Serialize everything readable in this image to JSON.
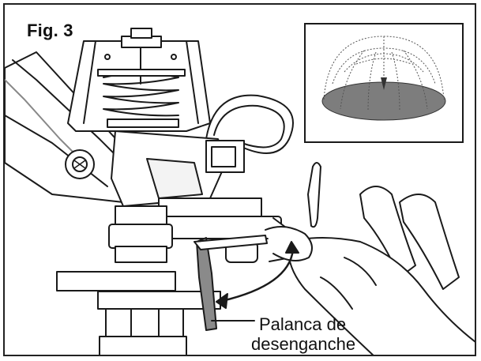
{
  "figure": {
    "label": "Fig. 3",
    "callout_line1": "Palanca de",
    "callout_line2": "desenganche"
  },
  "icons": {
    "spray_pattern_inset": "spray-pattern-icon",
    "arrow": "curved-arrow-icon"
  },
  "colors": {
    "line": "#1a1a1a",
    "shade": "#8a8a8a",
    "inset_fill": "#7d7d7d",
    "skin": "#ffffff"
  }
}
